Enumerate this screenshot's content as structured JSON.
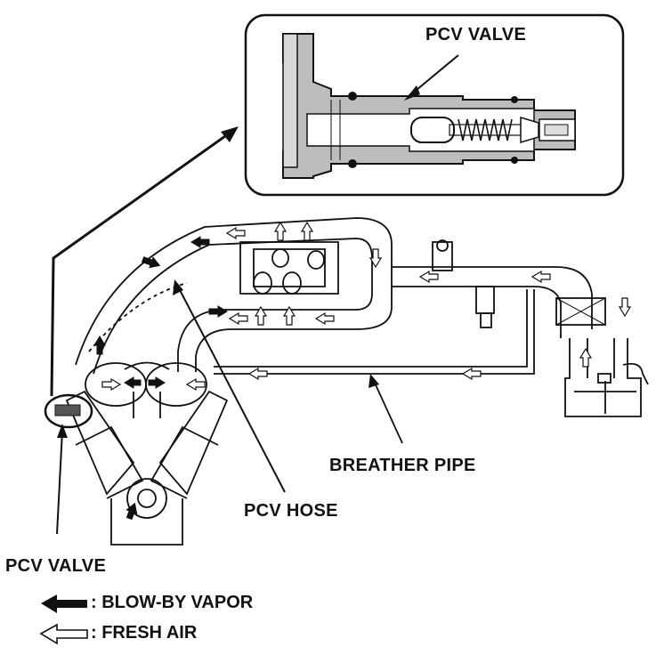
{
  "labels": {
    "pcv_valve_detail": "PCV VALVE",
    "breather_pipe": "BREATHER PIPE",
    "pcv_hose": "PCV HOSE",
    "pcv_valve": "PCV VALVE"
  },
  "legend": {
    "blow_by": ": BLOW-BY VAPOR",
    "fresh_air": ": FRESH AIR"
  },
  "colors": {
    "line": "#111111",
    "fill_gray": "#9a9a9a",
    "fill_light": "#cfcfcf"
  }
}
